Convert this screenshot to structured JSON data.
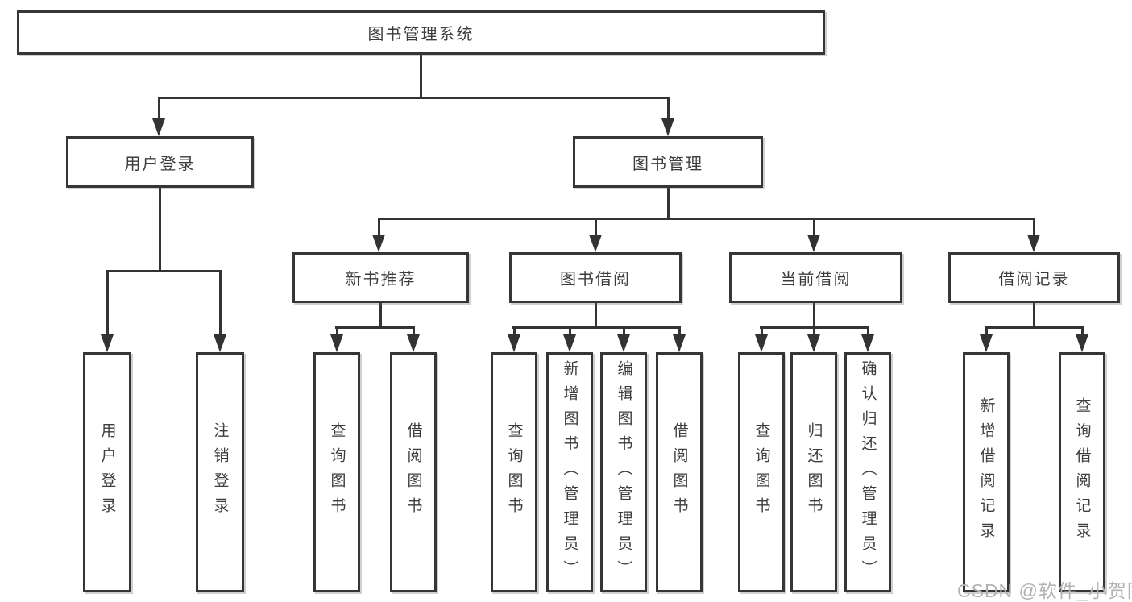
{
  "diagram_title": "图书管理系统",
  "tree": {
    "root": {
      "label": "图书管理系统"
    },
    "branches": [
      {
        "label": "用户登录",
        "leaves": [
          "用户登录",
          "注销登录"
        ]
      },
      {
        "label": "图书管理",
        "children": [
          {
            "label": "新书推荐",
            "leaves": [
              "查询图书",
              "借阅图书"
            ]
          },
          {
            "label": "图书借阅",
            "leaves": [
              "查询图书",
              "新增图书（管理员）",
              "编辑图书（管理员）",
              "借阅图书"
            ]
          },
          {
            "label": "当前借阅",
            "leaves": [
              "查询图书",
              "归还图书",
              "确认归还（管理员）"
            ]
          },
          {
            "label": "借阅记录",
            "leaves": [
              "新增借阅记录",
              "查询借阅记录"
            ]
          }
        ]
      }
    ]
  },
  "watermark": {
    "text": "CSDN @软件_小贺同学"
  },
  "colors": {
    "line": "#333333",
    "box_border": "#363636",
    "text": "#3d3d3d",
    "background": "#ffffff",
    "watermark": "#b3b3b3"
  }
}
